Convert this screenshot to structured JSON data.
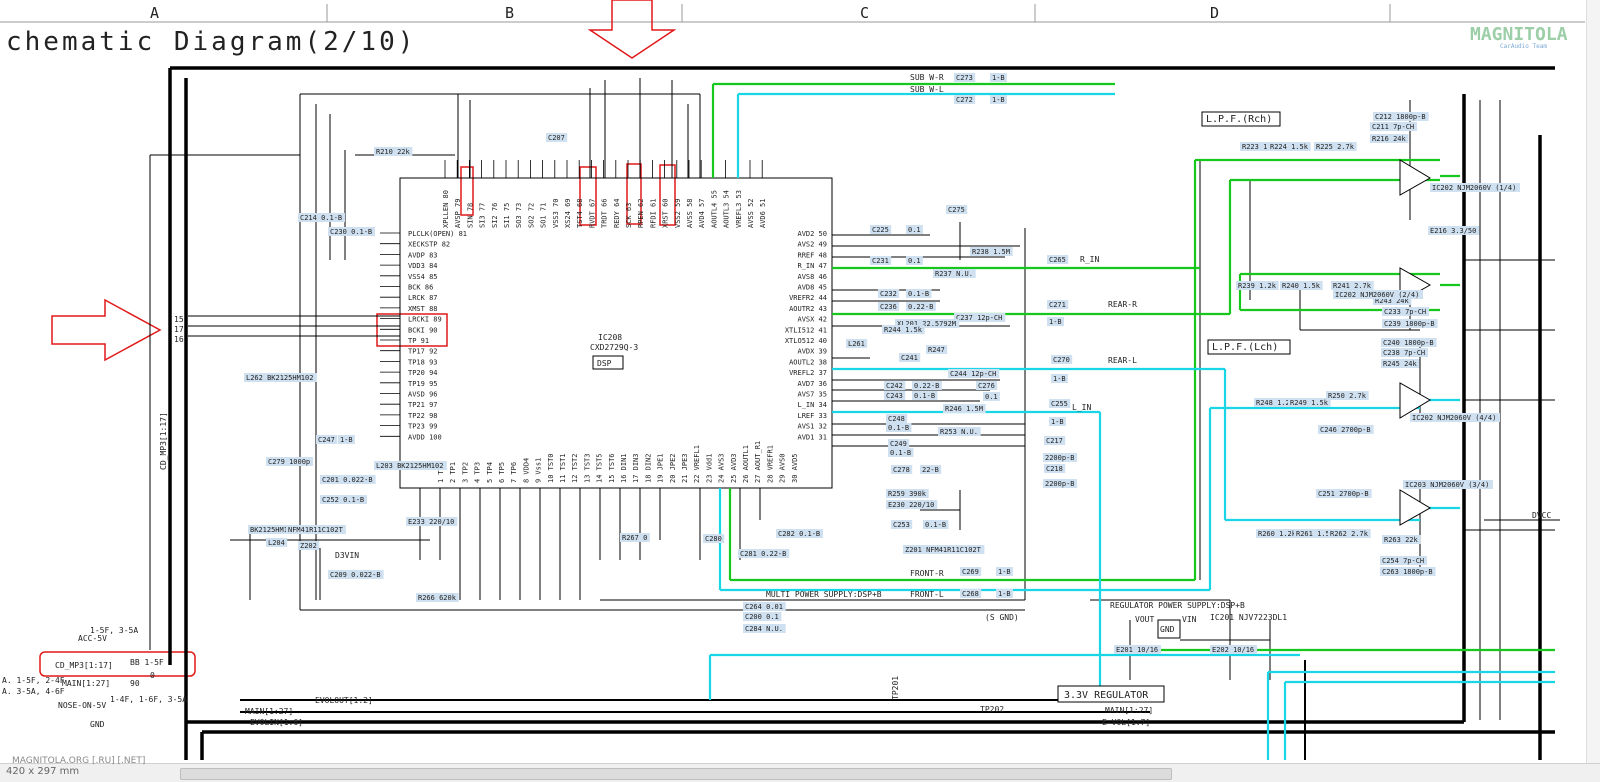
{
  "title": "chematic Diagram(2/10)",
  "watermark": {
    "brand": "MAGNITOLA",
    "sub": "CarAudio Team"
  },
  "grid_columns": [
    "A",
    "B",
    "C",
    "D"
  ],
  "status": {
    "paper_size": "420 x 297 mm",
    "footer_url": "MAGNITOLA.ORG [.RU] [.NET]"
  },
  "ic": {
    "name": "IC208",
    "part": "CXD2729Q-3",
    "block": "DSP"
  },
  "ic_pins_top": [
    "XPLLEN 80",
    "AVSP 79",
    "SIN 78",
    "SI3 77",
    "SI2 76",
    "SI1 75",
    "SO3 73",
    "SO2 72",
    "SO1 71",
    "VSS3 70",
    "XS24 69",
    "TST4 68",
    "RVDT 67",
    "TRDT 66",
    "REDY 64",
    "SCK 63",
    "RPEN 62",
    "RFDI 61",
    "XRST 60",
    "VSS2 59",
    "AVSS 58",
    "AVD4 57",
    "AOUTL4 55",
    "AOUTL3 54",
    "VREFL3 53",
    "AVSS 52",
    "AVD6 51"
  ],
  "ic_pins_left": [
    "PLCLK(OPEN) 81",
    "XECKSTP 82",
    "AVDP 83",
    "VDD3 84",
    "VSS4 85",
    "BCK 86",
    "LRCK 87",
    "XMST 88",
    "LRCKI 89",
    "BCKI 90",
    "TP 91",
    "TP17 92",
    "TP18 93",
    "TP20 94",
    "TP19 95",
    "AVSD 96",
    "TP21 97",
    "TP22 98",
    "TP23 99",
    "AVDD 100"
  ],
  "ic_pins_right": [
    "AVD2 50",
    "AVS2 49",
    "RREF 48",
    "R_IN 47",
    "AVS8 46",
    "AVD8 45",
    "VREFR2 44",
    "AOUTR2 43",
    "AVSX 42",
    "XTLI512 41",
    "XTLO512 40",
    "AVDX 39",
    "AOUTL2 38",
    "VREFL2 37",
    "AVD7 36",
    "AVS7 35",
    "L_IN 34",
    "LREF 33",
    "AVS1 32",
    "AVD1 31"
  ],
  "ic_pins_bottom": [
    "1 TP0",
    "2 TP1",
    "3 TP2",
    "4 TP3",
    "5 TP4",
    "6 TP5",
    "7 TP6",
    "8 VDD4",
    "9 Vss1",
    "10 TST0",
    "11 TST1",
    "12 TST2",
    "13 TST3",
    "14 TST5",
    "15 TST6",
    "16 DIN1",
    "17 DIN3",
    "18 DIN2",
    "19 JPE1",
    "20 JPE2",
    "21 JPE3",
    "22 VREFL1",
    "23 Vdd1",
    "24 AVS3",
    "25 AVD3",
    "26 AOUTL1",
    "27 AOUT_R1",
    "28 VREFR1",
    "29 AVS0",
    "30 AVD5"
  ],
  "labels": {
    "sub_wr": "SUB W-R",
    "sub_wl": "SUB W-L",
    "lpf_r": "L.P.F.(Rch)",
    "lpf_l": "L.P.F.(Lch)",
    "r_in": "R_IN",
    "rear_r": "REAR-R",
    "rear_l": "REAR-L",
    "l_in": "L_IN",
    "front_r": "FRONT-R",
    "front_l": "FRONT-L",
    "multi_ps": "MULTI POWER SUPPLY:DSP+B",
    "reg_ps": "REGULATOR POWER SUPPLY:DSP+B",
    "reg_33": "3.3V REGULATOR",
    "vout": "VOUT",
    "vin": "VIN",
    "gnd": "GND",
    "s_gnd": "(S GND)",
    "acc": "ACC-5V",
    "cd_mp3": "CD_MP3[1:17]",
    "main": "MAIN[1:27]",
    "nose": "NOSE-ON-5V",
    "gnd_pin": "GND",
    "evol_out": "EVOLOUT[1:2]",
    "evol_in": "EVOLIN[1:6]",
    "main_bus": "MAIN[1:27]",
    "evol_bus": "E-VOL[1:7]",
    "dvcc": "DVCC",
    "d3vin": "D3VIN",
    "cd_mp3_vert": "CD_MP3[1:17]",
    "ref1": "1-5F, 3-5A",
    "ref2": "BB 1-5F",
    "ref3": "A. 1-5F, 2-4F",
    "ref4": "A. 3-5A, 4-6F",
    "ref5": "1-4F, 1-6F, 3-5A",
    "pin15": "15",
    "pin17": "17",
    "pin16": "16",
    "pin0": "0",
    "pin90": "90",
    "tp201": "TP201",
    "tp202": "TP202",
    "ic201": "IC201 NJV7223DL1"
  },
  "components": [
    "R210 22k",
    "C214 0.1-B",
    "C230 0.1-B",
    "C207",
    "C225",
    "0.1",
    "C231",
    "0.1",
    "R238 1.5M",
    "R237 N.U.",
    "C275",
    "C232",
    "0.1-B",
    "C236",
    "0.22-B",
    "C237 12p-CH",
    "XL201 22.5792M",
    "R244 1.5k",
    "L261",
    "C241",
    "R247",
    "C244 12p-CH",
    "C276",
    "0.1",
    "C242",
    "0.22-B",
    "C243",
    "0.1-B",
    "R246 1.5M",
    "C248",
    "0.1-B",
    "R253 N.U.",
    "C249",
    "0.1-B",
    "C278",
    "22-B",
    "R259 390k",
    "E230 220/10",
    "C253",
    "0.1-B",
    "Z201 NFM41R11C102T",
    "C273",
    "1-B",
    "C272",
    "1-B",
    "C265",
    "1-B",
    "C271",
    "1-B",
    "C270",
    "1-B",
    "C255",
    "1-B",
    "C217",
    "2200p-B",
    "C218",
    "2200p-B",
    "C269",
    "1-B",
    "C268",
    "1-B",
    "C264 0.01",
    "C200 0.1",
    "C284 N.U.",
    "E201 10/16",
    "E202 10/16",
    "R223 1.2k",
    "R224 1.5k",
    "R225 2.7k",
    "C212 1800p-B",
    "C211 7p-CH",
    "R216 24k",
    "IC202 NJM2060V (1/4)",
    "E216 3.3/50",
    "R239 1.2k",
    "R240 1.5k",
    "R241 2.7k",
    "R243 24k",
    "C233 7p-CH",
    "C239 1800p-B",
    "IC202 NJM2060V (2/4)",
    "C240 1800p-B",
    "C238 7p-CH",
    "R245 24k",
    "R248 1.2k",
    "R249 1.5k",
    "R250 2.7k",
    "C246 2700p-B",
    "IC202 NJM2060V (4/4)",
    "R260 1.2k",
    "R261 1.5k",
    "R262 2.7k",
    "C251 2700p-B",
    "IC203 NJM2060V (3/4)",
    "R263 22k",
    "C254 7p-CH",
    "C263 1800p-B",
    "L262 BK2125HM102",
    "L203 BK2125HM102",
    "BK2125HM102",
    "L204",
    "NFM41R11C102T",
    "Z202",
    "C209 0.022-B",
    "C201 0.022-B",
    "C247",
    "1-B",
    "C279 1000p",
    "E233 220/10",
    "R266 620k",
    "C252 0.1-B",
    "R267 0",
    "C280",
    "C281 0.22-B",
    "C282 0.1-B"
  ]
}
